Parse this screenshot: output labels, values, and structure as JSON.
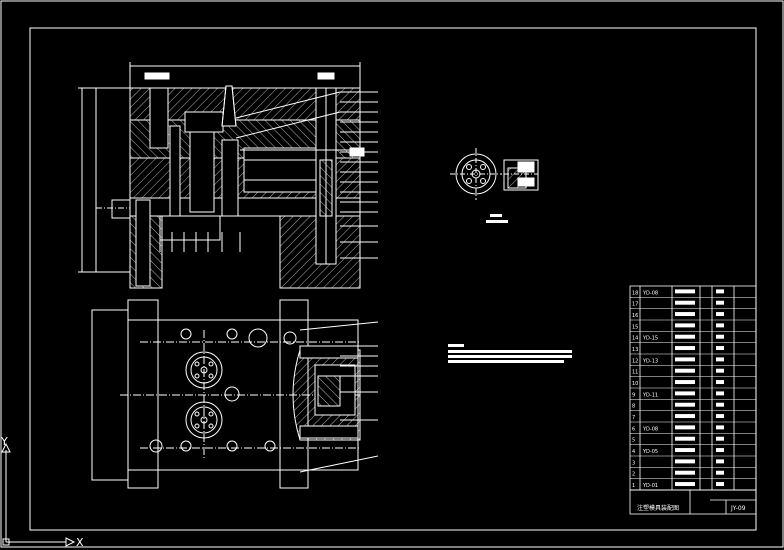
{
  "ucs": {
    "x_axis_label": "X",
    "y_axis_label": "Y"
  },
  "title_block": {
    "drawing_number": "JY-09",
    "drawing_title": "注塑模具装配图",
    "rows": [
      {
        "num": "18",
        "code": "YD-08"
      },
      {
        "num": "17",
        "code": ""
      },
      {
        "num": "16",
        "code": ""
      },
      {
        "num": "15",
        "code": ""
      },
      {
        "num": "14",
        "code": "YD-15"
      },
      {
        "num": "13",
        "code": ""
      },
      {
        "num": "12",
        "code": "YD-13"
      },
      {
        "num": "11",
        "code": ""
      },
      {
        "num": "10",
        "code": ""
      },
      {
        "num": "9",
        "code": "YD-11"
      },
      {
        "num": "8",
        "code": ""
      },
      {
        "num": "7",
        "code": ""
      },
      {
        "num": "6",
        "code": "YD-08"
      },
      {
        "num": "5",
        "code": ""
      },
      {
        "num": "4",
        "code": "YD-05"
      },
      {
        "num": "3",
        "code": ""
      },
      {
        "num": "2",
        "code": ""
      },
      {
        "num": "1",
        "code": "YD-01"
      }
    ]
  },
  "colors": {
    "background": "#000000",
    "line": "#ffffff"
  }
}
